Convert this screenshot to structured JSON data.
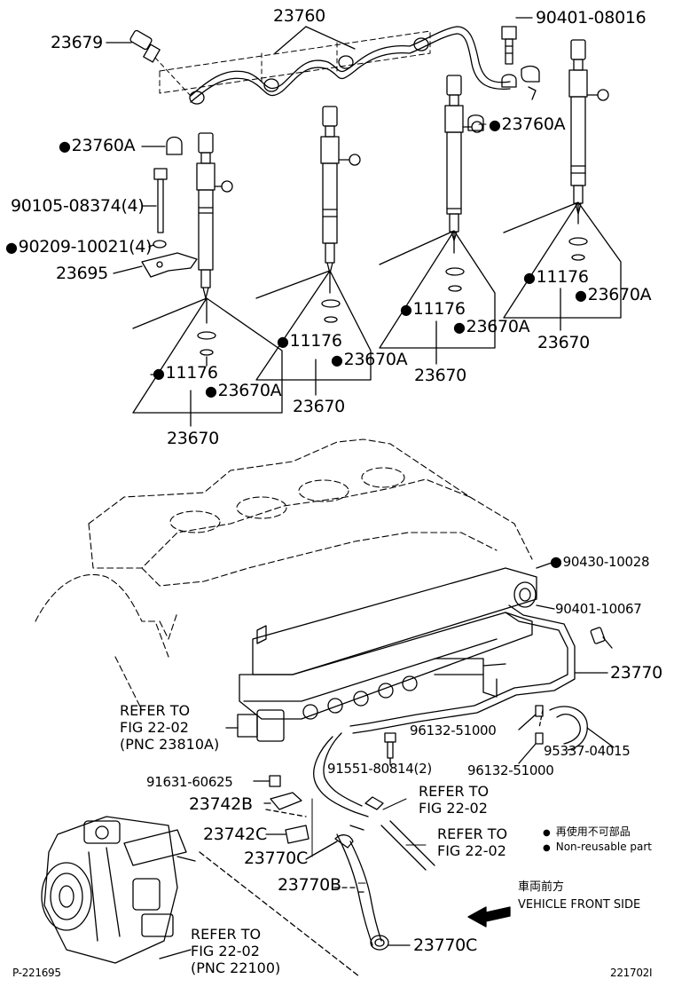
{
  "parts": {
    "p23679": "23679",
    "p23760": "23760",
    "p90401_08016": "90401-08016",
    "p23760A_left": "23760A",
    "p23760A_right": "23760A",
    "p90105": "90105-08374(4)",
    "p90209": "90209-10021(4)",
    "p23695": "23695",
    "p11176_a": "11176",
    "p23670A_a": "23670A",
    "p23670_a": "23670",
    "p11176_b": "11176",
    "p23670A_b": "23670A",
    "p23670_b": "23670",
    "p11176_c": "11176",
    "p23670A_c": "23670A",
    "p23670_c": "23670",
    "p11176_d": "11176",
    "p23670A_d": "23670A",
    "p23670_d": "23670",
    "p90430": "90430-10028",
    "p90401_10067": "90401-10067",
    "p23770": "23770",
    "p96132_a": "96132-51000",
    "p95337": "95337-04015",
    "p91551": "91551-80814(2)",
    "p96132_b": "96132-51000",
    "p91631": "91631-60625",
    "p23742B": "23742B",
    "p23742C": "23742C",
    "p23770C_a": "23770C",
    "p23770B": "23770B",
    "p23770C_b": "23770C"
  },
  "references": {
    "ref_rail": "REFER TO\nFIG 22-02\n(PNC 23810A)",
    "ref_hose_a": "REFER TO\nFIG 22-02",
    "ref_hose_b": "REFER TO\nFIG 22-02",
    "ref_pump": "REFER TO\nFIG 22-02\n(PNC 22100)"
  },
  "legend": {
    "jp": "再使用不可部品",
    "en": "Non-reusable part",
    "front_jp": "車両前方",
    "front_en": "VEHICLE FRONT SIDE"
  },
  "footer": {
    "left_code": "P-221695",
    "right_code": "221702I"
  }
}
